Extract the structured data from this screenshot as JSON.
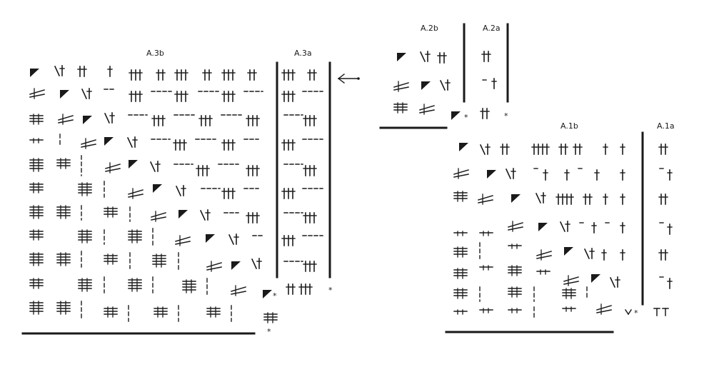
{
  "labels": {
    "a3b": "A.3b",
    "a3a": "A.3a",
    "a2b": "A.2b",
    "a2a": "A.2a",
    "a1b": "A.1b",
    "a1a": "A.1a"
  },
  "colors": {
    "ink": "#1a1a1a",
    "background": "#ffffff"
  },
  "symbols": {
    "triangle": "filled-corner-triangle",
    "bundle_pair": "two-stick-cluster",
    "bundle_triple": "three-stick-cluster",
    "dash": "dashed-gap",
    "cross": "horizontal-stick-stack",
    "diag": "slanted-cluster",
    "star": "*"
  }
}
